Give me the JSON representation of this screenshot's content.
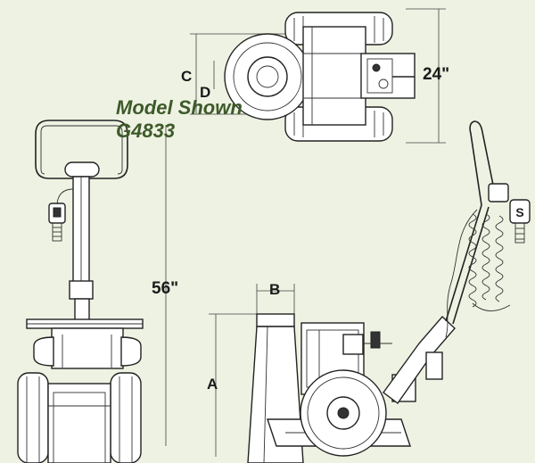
{
  "model_caption": {
    "line1": "Model Shown",
    "line2": "G4833"
  },
  "dimensions": {
    "c": "C",
    "d": "D",
    "width": "24\"",
    "height": "56\"",
    "b": "B",
    "a": "A"
  },
  "colors": {
    "background": "#eef2e2",
    "line": "#222222",
    "caption": "#3d5a2a"
  },
  "icons": {
    "control_badge": "S"
  }
}
